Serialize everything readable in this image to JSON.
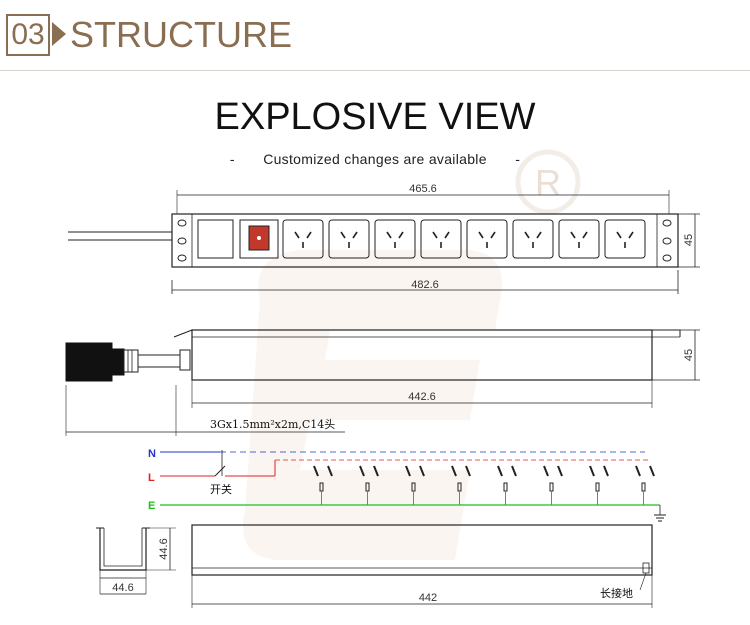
{
  "header": {
    "number": "03",
    "title": "STRUCTURE"
  },
  "title": "EXPLOSIVE VIEW",
  "subtitle_left_dash": "-",
  "subtitle": "Customized changes are available",
  "subtitle_right_dash": "-",
  "watermark_mark": "R",
  "front_view": {
    "dim_inner_width": "465.6",
    "dim_outer_width": "482.6",
    "dim_height": "45",
    "outlet_count": 8
  },
  "side_view": {
    "dim_length": "442.6",
    "dim_height": "45",
    "cable_label": "3Gx1.5mm²x2m,C14头"
  },
  "wiring": {
    "label_n": "N",
    "label_l": "L",
    "label_e": "E",
    "switch_label": "开关",
    "colors": {
      "n": "#2233cc",
      "l": "#e02020",
      "e": "#1fbf1f"
    }
  },
  "bottom_view": {
    "profile_width": "44.6",
    "profile_height": "44.6",
    "dim_length": "442",
    "ground_label": "长接地"
  }
}
